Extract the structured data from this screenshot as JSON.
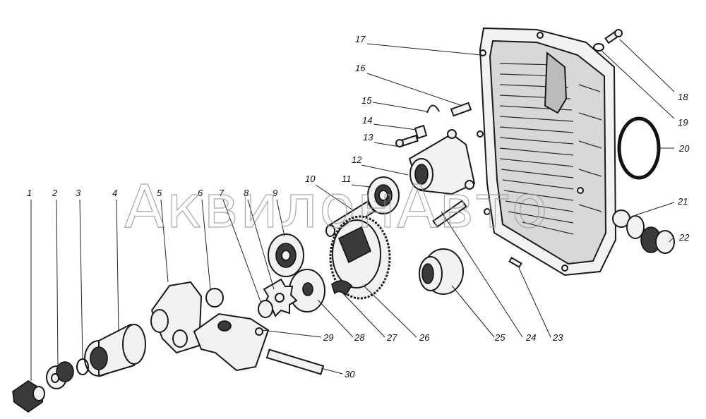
{
  "watermark": "АквилонАвто",
  "callouts": [
    {
      "id": "1",
      "label": "1"
    },
    {
      "id": "2",
      "label": "2"
    },
    {
      "id": "3",
      "label": "3"
    },
    {
      "id": "4",
      "label": "4"
    },
    {
      "id": "5",
      "label": "5"
    },
    {
      "id": "6",
      "label": "6"
    },
    {
      "id": "7",
      "label": "7"
    },
    {
      "id": "8",
      "label": "8"
    },
    {
      "id": "9",
      "label": "9"
    },
    {
      "id": "10",
      "label": "10"
    },
    {
      "id": "11",
      "label": "11"
    },
    {
      "id": "12",
      "label": "12"
    },
    {
      "id": "13",
      "label": "13"
    },
    {
      "id": "14",
      "label": "14"
    },
    {
      "id": "15",
      "label": "15"
    },
    {
      "id": "16",
      "label": "16"
    },
    {
      "id": "17",
      "label": "17"
    },
    {
      "id": "18",
      "label": "18"
    },
    {
      "id": "19",
      "label": "19"
    },
    {
      "id": "20",
      "label": "20"
    },
    {
      "id": "21",
      "label": "21"
    },
    {
      "id": "22",
      "label": "22"
    },
    {
      "id": "23",
      "label": "23"
    },
    {
      "id": "24",
      "label": "24"
    },
    {
      "id": "25",
      "label": "25"
    },
    {
      "id": "26",
      "label": "26"
    },
    {
      "id": "27",
      "label": "27"
    },
    {
      "id": "28",
      "label": "28"
    },
    {
      "id": "29",
      "label": "29"
    },
    {
      "id": "30",
      "label": "30"
    }
  ]
}
